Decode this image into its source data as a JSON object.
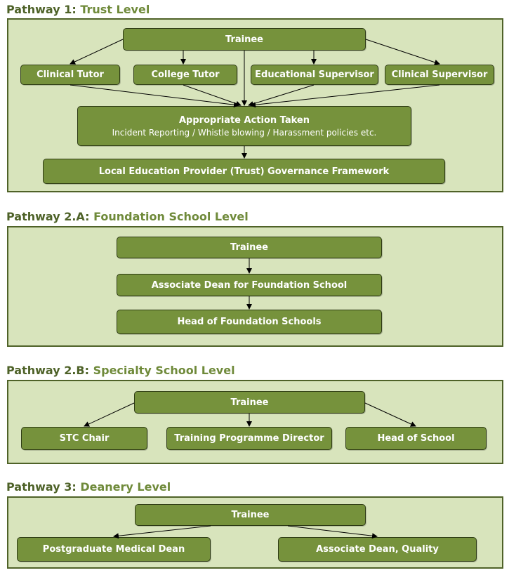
{
  "pathway1": {
    "title_prefix": "Pathway 1: ",
    "title_highlight": "Trust Level",
    "trainee": "Trainee",
    "roles": [
      "Clinical Tutor",
      "College Tutor",
      "Educational Supervisor",
      "Clinical Supervisor"
    ],
    "action_title": "Appropriate Action Taken",
    "action_subtitle": "Incident Reporting / Whistle blowing / Harassment policies etc.",
    "governance": "Local Education Provider (Trust) Governance Framework"
  },
  "pathway2a": {
    "title_prefix": "Pathway 2.A: ",
    "title_highlight": "Foundation School Level",
    "trainee": "Trainee",
    "associate_dean": "Associate Dean for Foundation School",
    "head": "Head of Foundation Schools"
  },
  "pathway2b": {
    "title_prefix": "Pathway 2.B: ",
    "title_highlight": "Specialty School Level",
    "trainee": "Trainee",
    "roles": [
      "STC Chair",
      "Training Programme Director",
      "Head of School"
    ]
  },
  "pathway3": {
    "title_prefix": "Pathway 3: ",
    "title_highlight": "Deanery Level",
    "trainee": "Trainee",
    "roles": [
      "Postgraduate Medical Dean",
      "Associate Dean, Quality"
    ]
  },
  "colors": {
    "box_fill": "#76923c",
    "panel_fill": "#d8e4bc",
    "panel_border": "#4f6228",
    "heading_dark": "#4e6228",
    "heading_accent": "#6f8a3a"
  }
}
